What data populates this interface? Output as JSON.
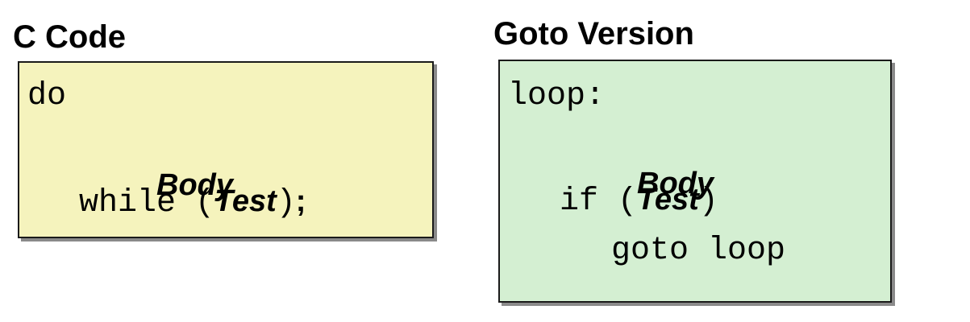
{
  "left_panel": {
    "title": "C Code",
    "background": "#f5f3bd",
    "lines": {
      "do_kw": "do",
      "body": "Body",
      "while_kw": "while (",
      "test": "Test",
      "close_paren": ")",
      "semicolon": ";"
    }
  },
  "right_panel": {
    "title": "Goto Version",
    "background": "#d4efd2",
    "lines": {
      "loop_label": "loop:",
      "body": "Body",
      "if_kw": "if (",
      "test": "Test",
      "close_paren": ")",
      "goto_stmt": "goto loop"
    }
  }
}
